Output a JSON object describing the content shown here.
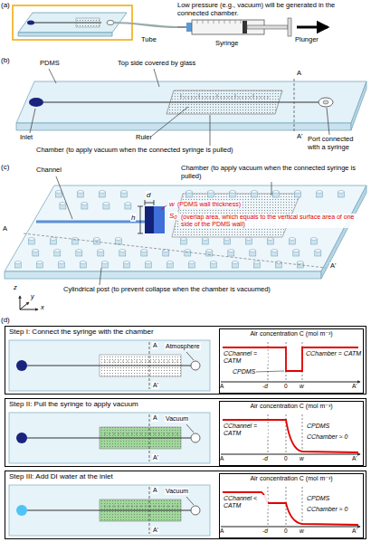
{
  "diagram": {
    "nodes": [
      {
        "text": [
          "Step I: Connect the syringe with the chamber"
        ]
      },
      {
        "text": [
          "Air concentration C (mol m⁻³)"
        ],
        "in": 0
      },
      {
        "text": [
          "Step II: Pull the syringe to apply vacuum"
        ]
      },
      {
        "text": [
          "Air concentration C (mol m⁻³)"
        ],
        "in": 2
      },
      {
        "text": [
          "Step III: Add DI water at the inlet"
        ]
      },
      {
        "text": [
          "Air concentration C (mol m⁻³)"
        ],
        "in": 4
      }
    ],
    "labels": [
      "(a)",
      "Low pressure (e.g., vacuum) will be generated in the connected chamber.",
      "Tube",
      "Syringe",
      "Plunger",
      "(b)",
      "PDMS",
      "Top side covered by glass",
      "A",
      "A'",
      "Inlet",
      "Ruler",
      "Chamber (to apply vacuum when the connected syringe is pulled)",
      "Port connected with a syringe",
      "(c)",
      "Channel",
      "Chamber (to apply vacuum when the connected syringe is pulled)",
      "d",
      "h",
      "w",
      "(PDMS wall thickness)",
      "S₀",
      "(overlap area, which equals to the vertical surface area of one side of the PDMS wall)",
      "Cylindrical post (to prevent collapse when the chamber is vacuumed)",
      "z",
      "y",
      "x",
      "A",
      "A'",
      "(d)",
      "Atmosphere",
      "A",
      "A'",
      "CChannel = CATM",
      "CPDMS",
      "CChamber = CATM",
      "A",
      "-d",
      "0",
      "w",
      "A'",
      "Vacuum",
      "A",
      "A'",
      "CChannel = CATM",
      "CPDMS",
      "CChamber ≈ 0",
      "A",
      "-d",
      "0",
      "w",
      "A'",
      "Vacuum",
      "A",
      "A'",
      "CChannel < CATM",
      "CPDMS",
      "CChamber ≈ 0",
      "A",
      "-d",
      "0",
      "w",
      "A'"
    ]
  }
}
